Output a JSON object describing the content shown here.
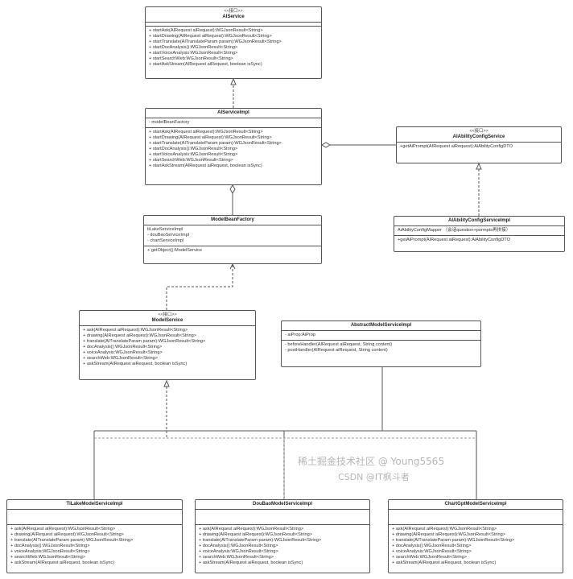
{
  "classes": {
    "aiService": {
      "stereotype": "<<接口>>",
      "name": "AIService",
      "attributes": [],
      "methods": [
        "+ startAsk(AIRequest aiRequest):WGJsonResult<String>",
        "+ startDrawing(AIRequest aiRequest):WGJsonResult<String>",
        "+ startTranslate(AITranslateParam param):WGJsonResult<String>",
        "+ startDocAnalysis():WGJsonResult<String>",
        "+ startVoiceAnalysis:WGJsonResult<String>",
        "+ startSearchWeb:WGJsonResult<String>",
        "+ startAskStream(AIRequest aiRequest, boolean isSync)"
      ]
    },
    "aiServiceImpl": {
      "name": "AIServiceImpl",
      "attributes": [
        "- modelBeanFactory"
      ],
      "methods": [
        "+ startAsk(AIRequest aiRequest):WGJsonResult<String>",
        "+ startDrawing(AIRequest aiRequest):WGJsonResult<String>",
        "+ startTranslate(AITranslateParam param):WGJsonResult<String>",
        "+ startDocAnalysis():WGJsonResult<String>",
        "+ startVoiceAnalysis:WGJsonResult<String>",
        "+ startSearchWeb:WGJsonResult<String>",
        "+ startAskStream(AIRequest aiRequest, boolean isSync)"
      ]
    },
    "aiAbilityConfigService": {
      "stereotype": "<<接口>>",
      "name": "AIAbilityConfigService",
      "methods": [
        "+getAiPrompt(AIRequest aiRequest):AiAbilityConfigDTO"
      ]
    },
    "aiAbilityConfigServiceImpl": {
      "name": "AIAbilityConfigServiceImpl",
      "attributes": [
        "AiAbilityConfigMapper （会话question+pormpts再拼接）"
      ],
      "methods": [
        "+getAiPrompt(AIRequest aiRequest):AiAbilityConfigDTO"
      ]
    },
    "modelBeanFactory": {
      "name": "ModelBeanFactory",
      "attributes": [
        "tiLakeServiceImpl",
        "- douBaoServiceImpl",
        "- chartServiceImpl"
      ],
      "methods": [
        "+ getObject():ModelService"
      ]
    },
    "modelService": {
      "stereotype": "<<接口>>",
      "name": "ModelService",
      "methods": [
        "+ ask(AIRequest aiRequest):WGJsonResult<String>",
        "+ drawing(AIRequest aiRequest):WGJsonResult<String>",
        "+ translate(AITranslateParam param):WGJsonResult<String>",
        "+ docAnalysis():WGJsonResult<String>",
        "+ voiceAnalysis:WGJsonResult<String>",
        "+ searchWeb:WGJsonResult<String>",
        "+ askStream(AIRequest aiRequest, boolean isSync)"
      ]
    },
    "abstractModelServiceImpl": {
      "name": "AbstractModelServiceImpl",
      "attributes": [
        "- aiProp:AiProp"
      ],
      "methods": [
        "- beforeHandler(AIRequest aiRequest, String content)",
        "- postHandler(AIRequest aiRequest, String content)"
      ]
    },
    "tiLake": {
      "name": "TiLakeModelServiceImpl",
      "methods": [
        "+ ask(AIRequest aiRequest):WGJsonResult<String>",
        "+ drawing(AIRequest aiRequest):WGJsonResult<String>",
        "+ translate(AITranslateParam param):WGJsonResult<String>",
        "+ docAnalysis():WGJsonResult<String>",
        "+ voiceAnalysis:WGJsonResult<String>",
        "+ searchWeb:WGJsonResult<String>",
        "+ askStream(AIRequest aiRequest, boolean isSync)"
      ]
    },
    "douBao": {
      "name": "DouBaoModelServiceImpl",
      "methods": [
        "+ ask(AIRequest aiRequest):WGJsonResult<String>",
        "+ drawing(AIRequest aiRequest):WGJsonResult<String>",
        "+ translate(AITranslateParam param):WGJsonResult<String>",
        "+ docAnalysis():WGJsonResult<String>",
        "+ voiceAnalysis:WGJsonResult<String>",
        "+ searchWeb:WGJsonResult<String>",
        "+ askStream(AIRequest aiRequest, boolean isSync)"
      ]
    },
    "chartGpt": {
      "name": "ChartGptModelServiceImpl",
      "methods": [
        "+ ask(AIRequest aiRequest):WGJsonResult<String>",
        "+ drawing(AIRequest aiRequest):WGJsonResult<String>",
        "+ translate(AITranslateParam param):WGJsonResult<String>",
        "+ docAnalysis():WGJsonResult<String>",
        "+ voiceAnalysis:WGJsonResult<String>",
        "+ searchWeb:WGJsonResult<String>",
        "+ askStream(AIRequest aiRequest, boolean isSync)"
      ]
    }
  },
  "watermark": {
    "line1": "稀土掘金技术社区 @ Young5565",
    "line2": "CSDN @IT枫斗者"
  }
}
